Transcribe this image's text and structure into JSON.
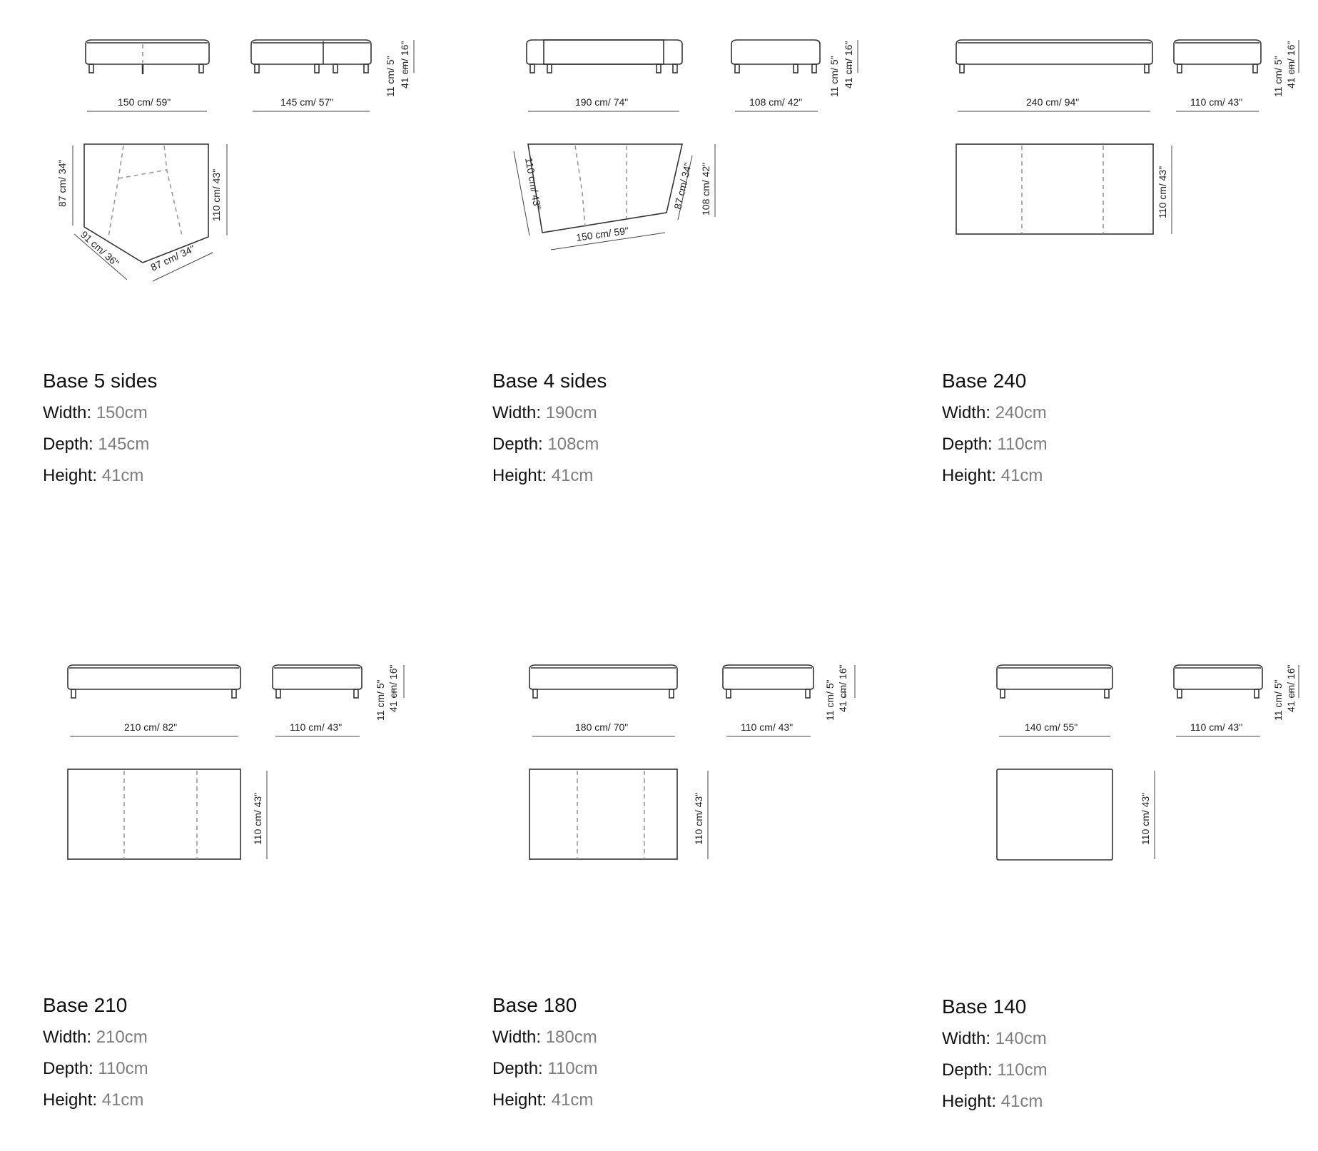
{
  "cards": [
    {
      "title": "Base 5 sides",
      "width_label": "Width:",
      "width_value": "150cm",
      "depth_label": "Depth:",
      "depth_value": "145cm",
      "height_label": "Height:",
      "height_value": "41cm",
      "dims": {
        "front_width": "150 cm/ 59\"",
        "side_width": "145 cm/ 57\"",
        "leg_height": "11 cm/ 5\"",
        "total_height": "41 cm/ 16\"",
        "left_side": "87 cm/ 34\"",
        "right_side": "110 cm/ 43\"",
        "diag_left": "91 cm/ 36\"",
        "diag_right": "87 cm/ 34\""
      }
    },
    {
      "title": "Base 4 sides",
      "width_label": "Width:",
      "width_value": "190cm",
      "depth_label": "Depth:",
      "depth_value": "108cm",
      "height_label": "Height:",
      "height_value": "41cm",
      "dims": {
        "front_width": "190 cm/ 74\"",
        "side_width": "108 cm/ 42\"",
        "leg_height": "11 cm/ 5\"",
        "total_height": "41 cm/ 16\"",
        "left_side": "110 cm/ 43\"",
        "right_side": "87 cm/ 34\"",
        "depth_side": "108 cm/ 42\"",
        "bottom": "150 cm/ 59\""
      }
    },
    {
      "title": "Base 240",
      "width_label": "Width:",
      "width_value": "240cm",
      "depth_label": "Depth:",
      "depth_value": "110cm",
      "height_label": "Height:",
      "height_value": "41cm",
      "dims": {
        "front_width": "240 cm/ 94\"",
        "side_width": "110 cm/ 43\"",
        "leg_height": "11 cm/ 5\"",
        "total_height": "41 cm/ 16\"",
        "depth_side": "110 cm/ 43\""
      }
    },
    {
      "title": "Base 210",
      "width_label": "Width:",
      "width_value": "210cm",
      "depth_label": "Depth:",
      "depth_value": "110cm",
      "height_label": "Height:",
      "height_value": "41cm",
      "dims": {
        "front_width": "210 cm/ 82\"",
        "side_width": "110 cm/ 43\"",
        "leg_height": "11 cm/ 5\"",
        "total_height": "41 cm/ 16\"",
        "depth_side": "110 cm/ 43\""
      }
    },
    {
      "title": "Base 180",
      "width_label": "Width:",
      "width_value": "180cm",
      "depth_label": "Depth:",
      "depth_value": "110cm",
      "height_label": "Height:",
      "height_value": "41cm",
      "dims": {
        "front_width": "180 cm/ 70\"",
        "side_width": "110 cm/ 43\"",
        "leg_height": "11 cm/ 5\"",
        "total_height": "41 cm/ 16\"",
        "depth_side": "110 cm/ 43\""
      }
    },
    {
      "title": "Base 140",
      "width_label": "Width:",
      "width_value": "140cm",
      "depth_label": "Depth:",
      "depth_value": "110cm",
      "height_label": "Height:",
      "height_value": "41cm",
      "dims": {
        "front_width": "140 cm/ 55\"",
        "side_width": "110 cm/ 43\"",
        "leg_height": "11 cm/ 5\"",
        "total_height": "41 cm/ 16\"",
        "depth_side": "110 cm/ 43\""
      }
    }
  ]
}
